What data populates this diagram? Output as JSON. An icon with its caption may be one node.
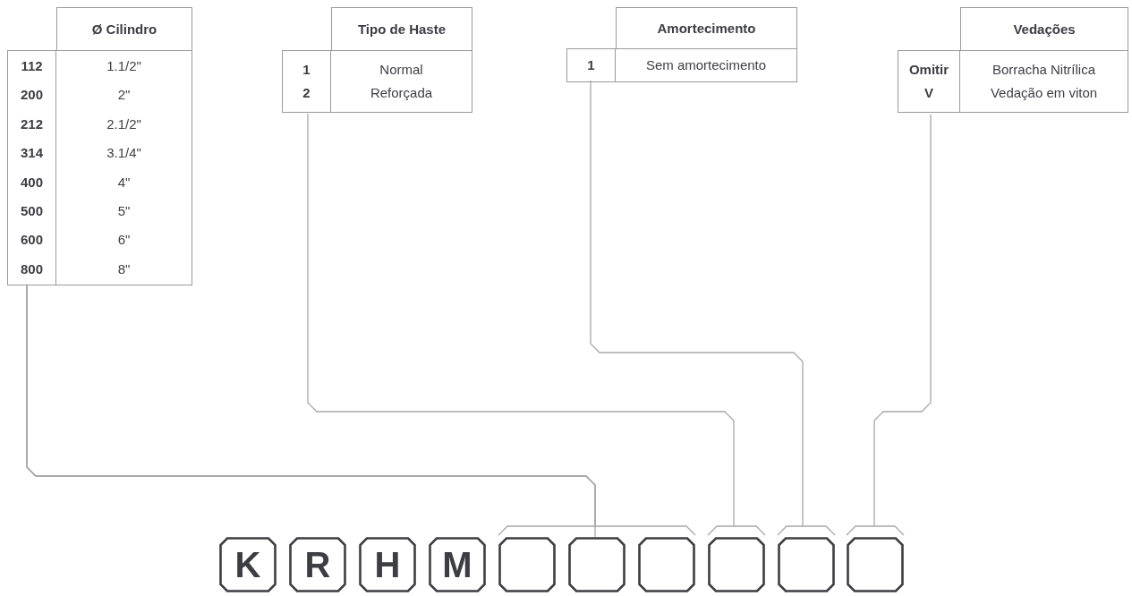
{
  "diagram": {
    "nodes": [
      {
        "text": [
          "Ø Cilindro",
          "112",
          "1.1/2\"",
          "200",
          "2\"",
          "212",
          "2.1/2\"",
          "314",
          "3.1/4\"",
          "400",
          "4\"",
          "500",
          "5\"",
          "600",
          "6\"",
          "800",
          "8\""
        ]
      },
      {
        "text": [
          "Tipo de Haste",
          "1",
          "Normal",
          "2",
          "Reforçada"
        ]
      },
      {
        "text": [
          "Amortecimento",
          "1",
          "Sem amortecimento"
        ]
      },
      {
        "text": [
          "Vedações",
          "Omitir",
          "Borracha Nitrílica",
          "V",
          "Vedação em viton"
        ]
      },
      {
        "text": [
          "K"
        ]
      },
      {
        "text": [
          "R"
        ]
      },
      {
        "text": [
          "H"
        ]
      },
      {
        "text": [
          "M"
        ]
      },
      {
        "text": [],
        "shape": "box"
      },
      {
        "text": [],
        "shape": "box"
      },
      {
        "text": [],
        "shape": "box"
      },
      {
        "text": [],
        "shape": "box"
      },
      {
        "text": [],
        "shape": "box"
      },
      {
        "text": [],
        "shape": "box"
      }
    ],
    "edges": [
      {
        "from": 0,
        "to": 8,
        "arrow": "none"
      },
      {
        "from": 0,
        "to": 9,
        "arrow": "none"
      },
      {
        "from": 0,
        "to": 10,
        "arrow": "none"
      },
      {
        "from": 1,
        "to": 11,
        "arrow": "none"
      },
      {
        "from": 2,
        "to": 12,
        "arrow": "none"
      },
      {
        "from": 3,
        "to": 13,
        "arrow": "none"
      }
    ]
  }
}
